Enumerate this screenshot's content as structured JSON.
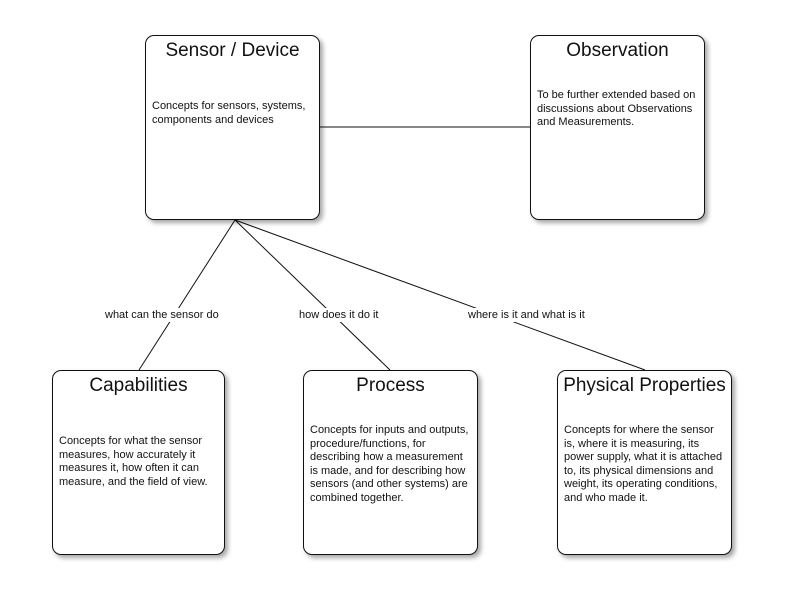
{
  "nodes": {
    "sensor_device": {
      "title": "Sensor / Device",
      "description": "Concepts for sensors, systems, components and devices"
    },
    "observation": {
      "title": "Observation",
      "description": "To be further extended based on discussions about Observations and Measurements."
    },
    "capabilities": {
      "title": "Capabilities",
      "description": "Concepts for what the sensor measures, how accurately it measures it, how often it can measure, and the field of view."
    },
    "process": {
      "title": "Process",
      "description": "Concepts for inputs and outputs, procedure/functions, for describing how a measurement is made, and for describing how sensors (and other systems) are combined together."
    },
    "physical_properties": {
      "title": "Physical Properties",
      "description": "Concepts for where the sensor is, where it is measuring, its power supply, what it is attached to, its physical dimensions and weight, its operating conditions, and who made it."
    }
  },
  "edges": {
    "capabilities_label": "what can the sensor do",
    "process_label": "how does it do it",
    "physical_label": "where is it and what is it"
  }
}
